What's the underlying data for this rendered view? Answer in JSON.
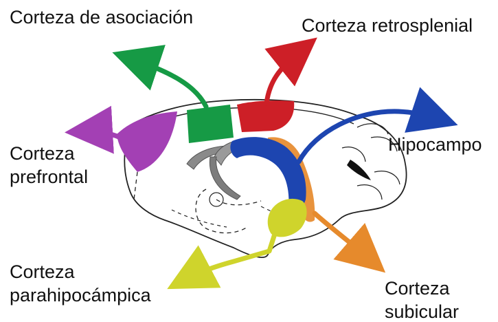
{
  "labels": {
    "association": "Corteza de asociación",
    "retrosplenial": "Corteza retrosplenial",
    "prefrontal": [
      "Corteza",
      "prefrontal"
    ],
    "hippocampus": "Hipocampo",
    "parahippocampal": [
      "Corteza",
      "parahipocámpica"
    ],
    "subicular": [
      "Corteza",
      "subicular"
    ]
  },
  "colors": {
    "association": "#169a45",
    "retrosplenial": "#cd1f27",
    "prefrontal": "#a340b4",
    "hippocampus": "#1d45b0",
    "parahippocampal": "#cfd42c",
    "subicular": "#e68a2c",
    "structure_gray": "#8a8a8a",
    "outline": "#222222"
  }
}
